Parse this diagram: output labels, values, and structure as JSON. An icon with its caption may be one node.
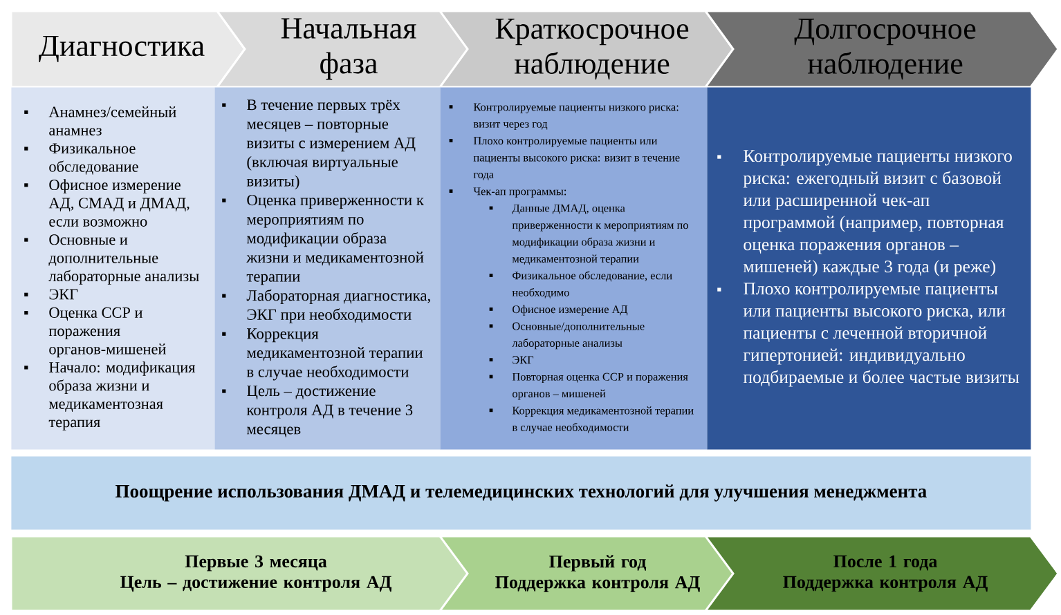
{
  "diagram": {
    "nodes": [
      {
        "text": [
          "Диагностика"
        ]
      },
      {
        "text": [
          "Начальная фаза"
        ]
      },
      {
        "text": [
          "Краткосрочное наблюдение"
        ]
      },
      {
        "text": [
          "Долгосрочное наблюдение"
        ]
      },
      {
        "text": [
          "Анамнез/семейный анамнез",
          "Физикальное обследование",
          "Офисное измерение АД, СМАД и ДМАД, если возможно",
          "Основные и дополнительные лабораторные анализы",
          "ЭКГ",
          "Оценка ССР и поражения органов-мишеней",
          "Начало: модификация образа жизни и медикаментозная терапия"
        ]
      },
      {
        "text": [
          "В течение первых трёх месяцев – повторные визиты с измерением АД (включая виртуальные визиты)",
          "Оценка приверженности к мероприятиям по модификации образа жизни и медикаментозной терапии",
          "Лабораторная диагностика, ЭКГ при необходимости",
          "Коррекция медикаментозной терапии в случае необходимости",
          "Цель – достижение контроля АД в течение 3 месяцев"
        ]
      },
      {
        "text": [
          "Контролируемые пациенты низкого риска: визит через год",
          "Плохо контролируемые пациенты или пациенты высокого риска: визит в течение года",
          "Чек-ап программы:",
          "Данные ДМАД, оценка приверженности к мероприятиям по модификации образа жизни и медикаментозной терапии",
          "Физикальное обследование, если необходимо",
          "Офисное измерение АД",
          "Основные/дополнительные лабораторные анализы",
          "ЭКГ",
          "Повторная оценка ССР и поражения органов – мишеней",
          "Коррекция медикаментозной терапии в случае необходимости"
        ]
      },
      {
        "text": [
          "Контролируемые пациенты низкого риска: ежегодный визит с базовой или расширенной чек-ап программой (например, повторная оценка поражения органов – мишеней) каждые 3 года (и реже)",
          "Плохо контролируемые пациенты или пациенты высокого риска, или пациенты с леченной вторичной гипертонией: индивидуально подбираемые и более частые визиты"
        ]
      },
      {
        "text": [
          "Поощрение использования ДМАД и телемедицинских технологий для улучшения менеджмента"
        ]
      },
      {
        "text": [
          "Первые 3 месяца",
          "Цель – достижение контроля АД"
        ]
      },
      {
        "text": [
          "Первый год",
          "Поддержка контроля АД"
        ]
      },
      {
        "text": [
          "После 1 года",
          "Поддержка контроля АД"
        ]
      }
    ]
  }
}
